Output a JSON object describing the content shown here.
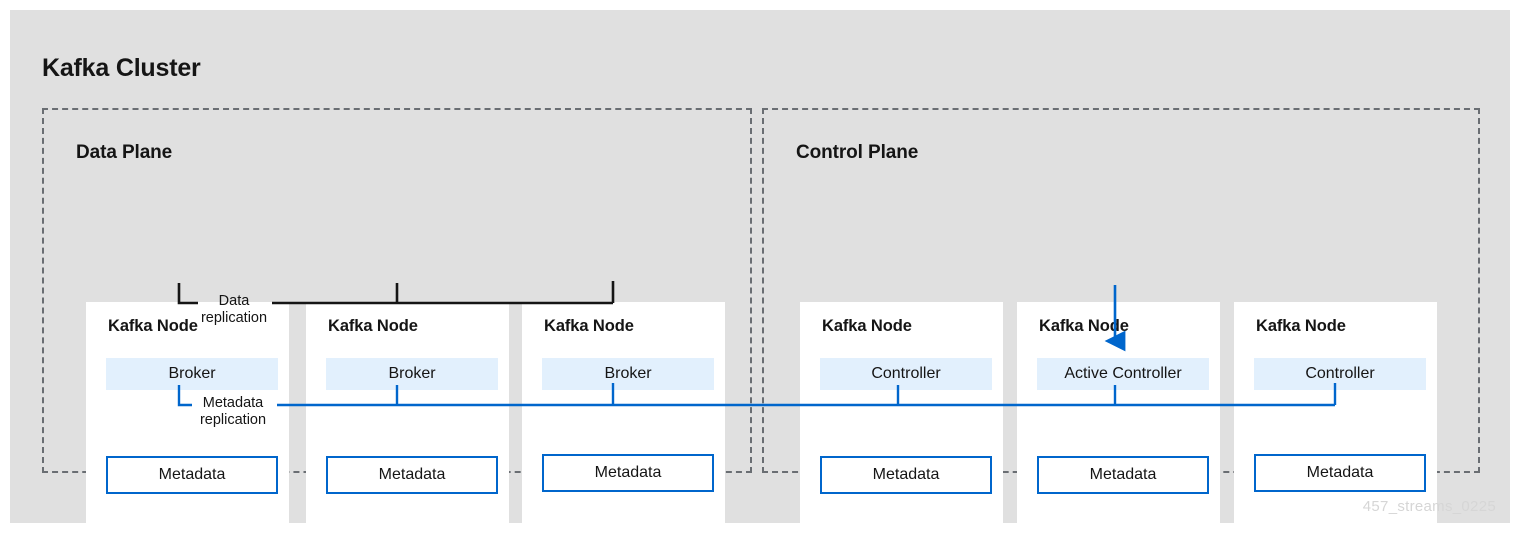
{
  "cluster": {
    "title": "Kafka Cluster",
    "watermark": "457_streams_0225"
  },
  "planes": [
    {
      "id": "data-plane",
      "title": "Data Plane",
      "nodes": [
        {
          "title": "Kafka Node",
          "role": "Broker",
          "storage": "Metadata"
        },
        {
          "title": "Kafka Node",
          "role": "Broker",
          "storage": "Metadata"
        },
        {
          "title": "Kafka Node",
          "role": "Broker",
          "storage": "Metadata"
        }
      ]
    },
    {
      "id": "control-plane",
      "title": "Control Plane",
      "nodes": [
        {
          "title": "Kafka Node",
          "role": "Controller",
          "storage": "Metadata"
        },
        {
          "title": "Kafka Node",
          "role": "Active Controller",
          "storage": "Metadata"
        },
        {
          "title": "Kafka Node",
          "role": "Controller",
          "storage": "Metadata"
        }
      ]
    }
  ],
  "connections": {
    "data_replication_label": "Data\nreplication",
    "metadata_replication_label": "Metadata\nreplication"
  },
  "colors": {
    "panel_background": "#e0e0e0",
    "node_background": "#ffffff",
    "role_chip_background": "#e2f0fd",
    "metadata_border": "#0066cc",
    "data_line": "#151515",
    "metadata_line": "#0066cc",
    "plane_border": "#6a6e73",
    "text": "#151515",
    "watermark": "#d6d6d6"
  }
}
